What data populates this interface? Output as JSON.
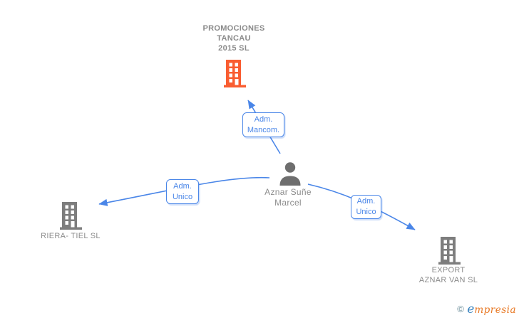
{
  "colors": {
    "accent_blue": "#4a86e8",
    "building_orange": "#f95d31",
    "building_gray": "#7d7d7d",
    "person_gray": "#6e6e6e",
    "entity_text_gray": "#8c8c8c"
  },
  "nodes": {
    "promociones": {
      "line1": "PROMOCIONES",
      "line2": "TANCAU",
      "line3": "2015 SL",
      "icon": "building-icon"
    },
    "person": {
      "line1": "Aznar Suñe",
      "line2": "Marcel",
      "icon": "person-icon"
    },
    "riera": {
      "label": "RIERA- TIEL SL",
      "icon": "building-icon"
    },
    "export": {
      "line1": "EXPORT",
      "line2": "AZNAR VAN SL",
      "icon": "building-icon"
    }
  },
  "edges": {
    "mancom": {
      "line1": "Adm.",
      "line2": "Mancom."
    },
    "unico_left": {
      "line1": "Adm.",
      "line2": "Unico"
    },
    "unico_right": {
      "line1": "Adm.",
      "line2": "Unico"
    }
  },
  "footer": {
    "copyright": "©",
    "brand_initial": "e",
    "brand_rest": "mpresia"
  }
}
